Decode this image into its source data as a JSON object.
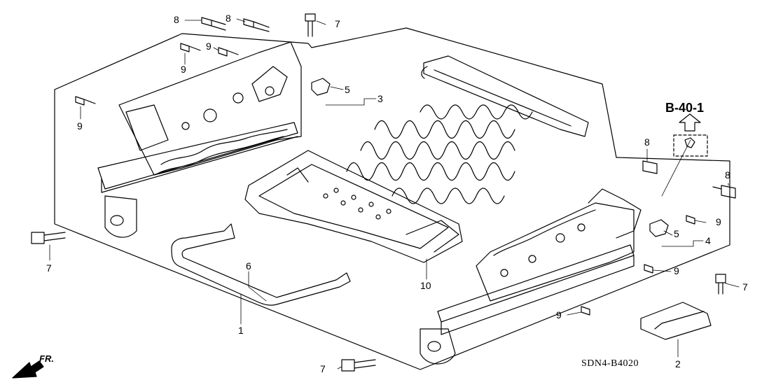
{
  "diagram": {
    "reference": "B-40-1",
    "code": "SDN4-B4020",
    "direction": "FR.",
    "callouts": [
      {
        "part": "8"
      },
      {
        "part": "8"
      },
      {
        "part": "7"
      },
      {
        "part": "9"
      },
      {
        "part": "9"
      },
      {
        "part": "9"
      },
      {
        "part": "5"
      },
      {
        "part": "3"
      },
      {
        "part": "7"
      },
      {
        "part": "6"
      },
      {
        "part": "1"
      },
      {
        "part": "10"
      },
      {
        "part": "8"
      },
      {
        "part": "8"
      },
      {
        "part": "9"
      },
      {
        "part": "5"
      },
      {
        "part": "4"
      },
      {
        "part": "9"
      },
      {
        "part": "7"
      },
      {
        "part": "9"
      },
      {
        "part": "7"
      },
      {
        "part": "2"
      }
    ]
  }
}
